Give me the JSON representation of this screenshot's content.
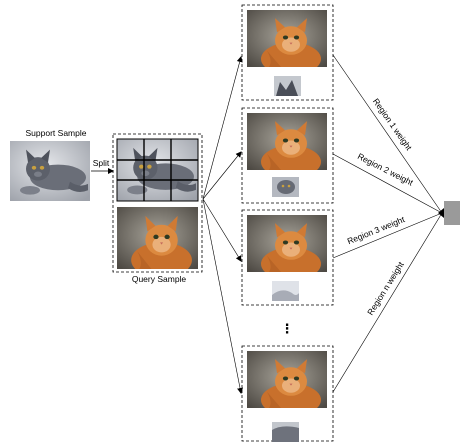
{
  "labels": {
    "support": "Support Sample",
    "split": "Split",
    "query": "Query Sample",
    "ellipsis": "⋮"
  },
  "regions": [
    {
      "weight_label": "Region 1 weight"
    },
    {
      "weight_label": "Region 2 weight"
    },
    {
      "weight_label": "Region 3 weight"
    },
    {
      "weight_label": "Region n weight"
    }
  ],
  "images": {
    "support": "gray-cat-photo",
    "query": "orange-cat-photo",
    "crops": [
      "gray-cat-ear-crop",
      "gray-cat-face-crop",
      "gray-cat-fur-crop",
      "gray-cat-body-crop"
    ]
  },
  "colors": {
    "orange_cat": "#d8823a",
    "gray_cat": "#5a5e68",
    "background_gray": "#b8bcc4",
    "node_fill": "#9a9a9a"
  }
}
